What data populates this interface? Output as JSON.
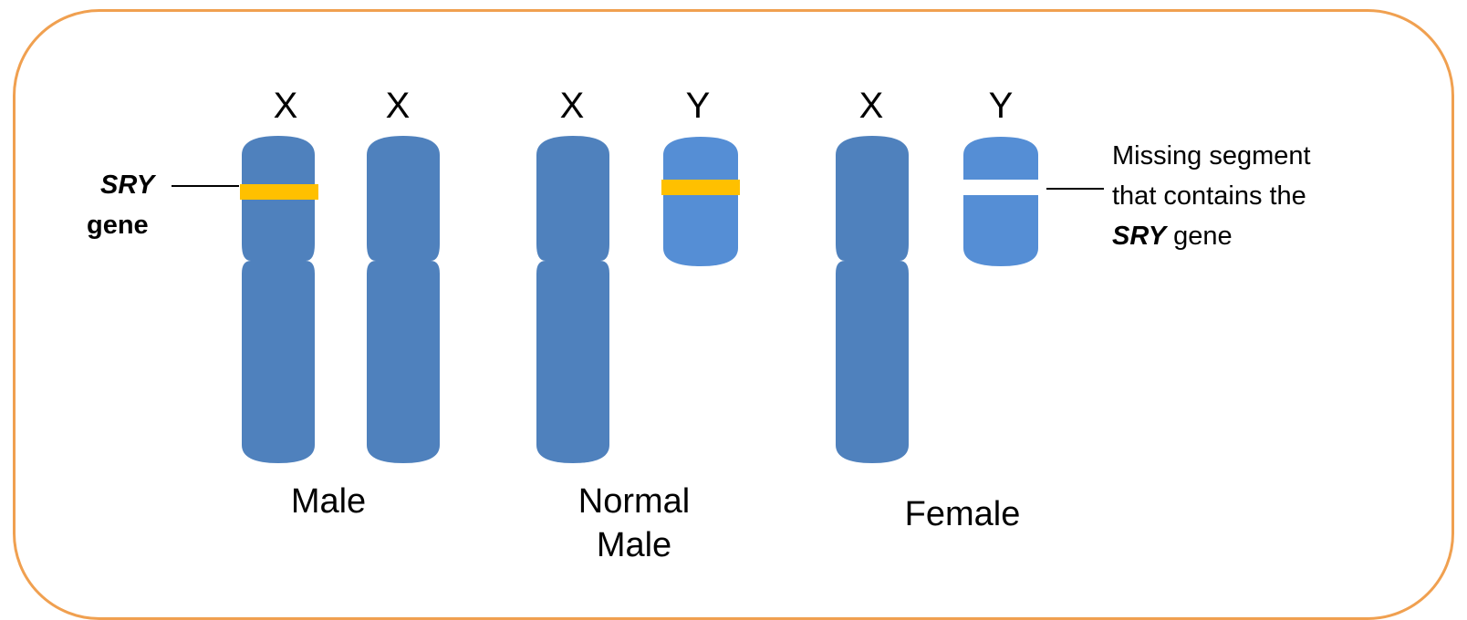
{
  "colors": {
    "border": "#f0a050",
    "x_chromosome": "#4f81bd",
    "y_chromosome": "#558ed5",
    "sry_band": "#ffc000",
    "missing_gap": "#ffffff"
  },
  "chromosome_labels": {
    "male_left": "X",
    "male_right": "X",
    "normal_left": "X",
    "normal_right": "Y",
    "female_left": "X",
    "female_right": "Y"
  },
  "group_labels": {
    "male": "Male",
    "normal_male_line1": "Normal",
    "normal_male_line2": "Male",
    "female": "Female"
  },
  "sry_label": {
    "name": "SRY",
    "word": "gene"
  },
  "missing_label": {
    "line1": "Missing segment",
    "line2": "that contains the",
    "line3_gene": "SRY",
    "line3_word": "gene"
  }
}
